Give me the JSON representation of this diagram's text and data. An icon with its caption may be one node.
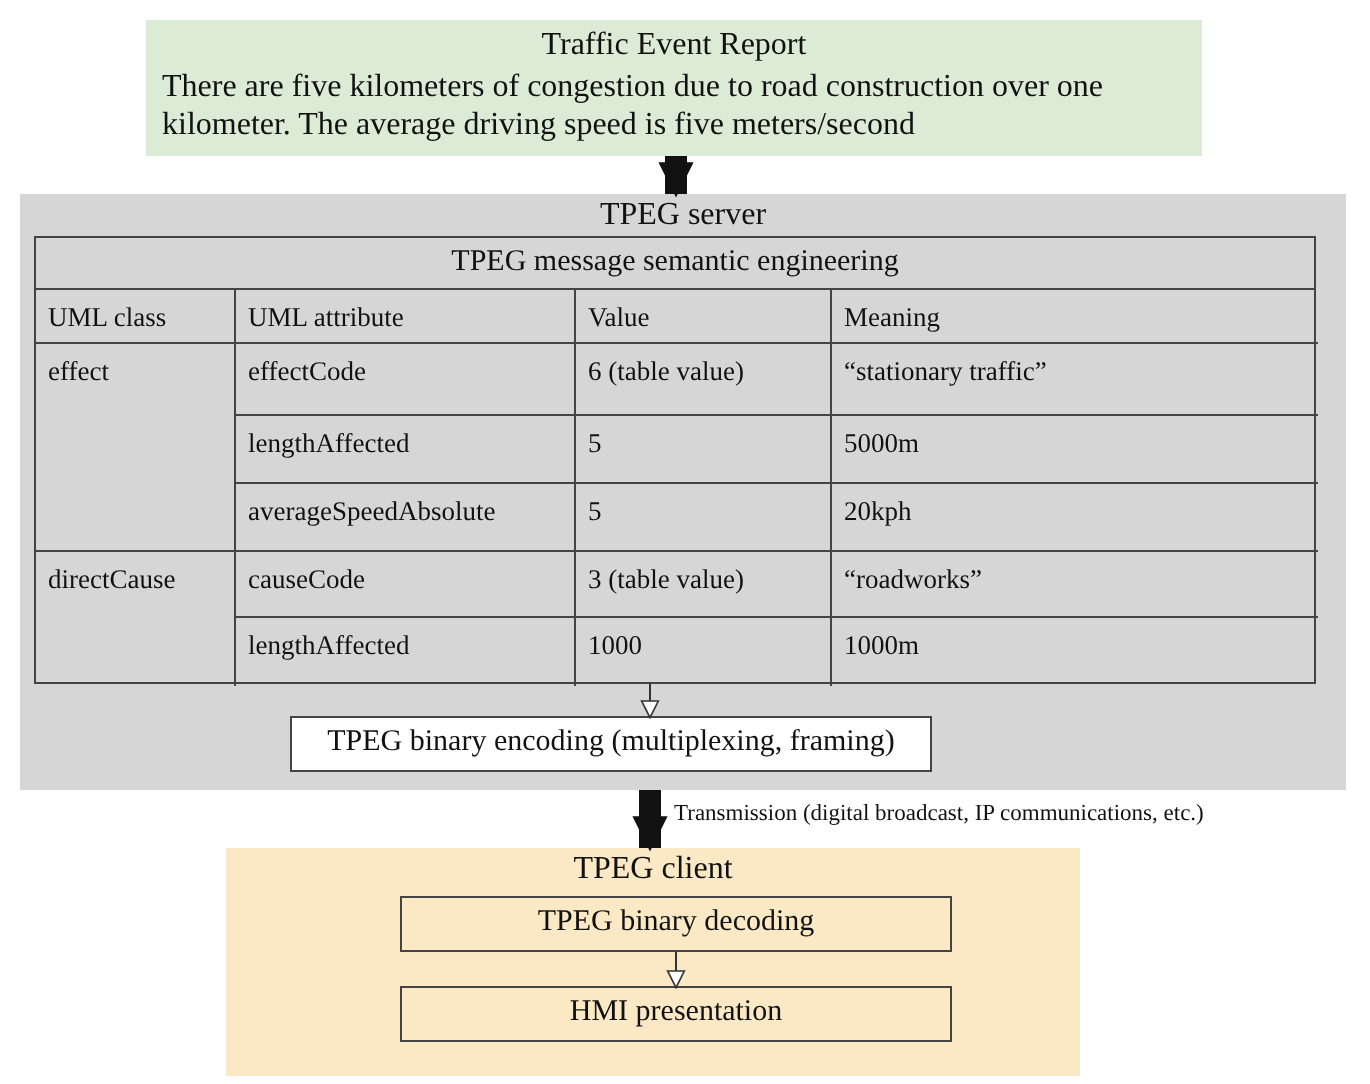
{
  "diagram": {
    "nodes": [
      {
        "text": [
          "Traffic Event Report",
          "There are five kilometers of congestion due to road construction over one kilometer. The average driving speed is five meters/second"
        ]
      },
      {
        "text": [
          "TPEG server"
        ]
      },
      {
        "text": [
          "TPEG message semantic engineering"
        ],
        "in": 1
      },
      {
        "text": [
          "TPEG binary encoding (multiplexing, framing)"
        ],
        "in": 1
      },
      {
        "text": [
          "TPEG client"
        ]
      },
      {
        "text": [
          "TPEG binary decoding"
        ],
        "in": 4
      },
      {
        "text": [
          "HMI presentation"
        ],
        "in": 4
      }
    ],
    "edges": [
      {
        "from": 0,
        "to": 1,
        "arrow": "to",
        "style": "thick"
      },
      {
        "from": 2,
        "to": 3,
        "arrow": "to"
      },
      {
        "from": 1,
        "to": 4,
        "arrow": "to",
        "style": "thick",
        "label": "Transmission (digital broadcast, IP communications, etc.)"
      },
      {
        "from": 5,
        "to": 6,
        "arrow": "to"
      }
    ],
    "labels": [
      "UML class",
      "UML attribute",
      "Value",
      "Meaning",
      "effect",
      "effectCode",
      "6 (table value)",
      "“stationary traffic”",
      "lengthAffected",
      "5",
      "5000m",
      "averageSpeedAbsolute",
      "5",
      "20kph",
      "directCause",
      "causeCode",
      "3 (table value)",
      "“roadworks”",
      "lengthAffected",
      "1000",
      "1000m"
    ]
  }
}
